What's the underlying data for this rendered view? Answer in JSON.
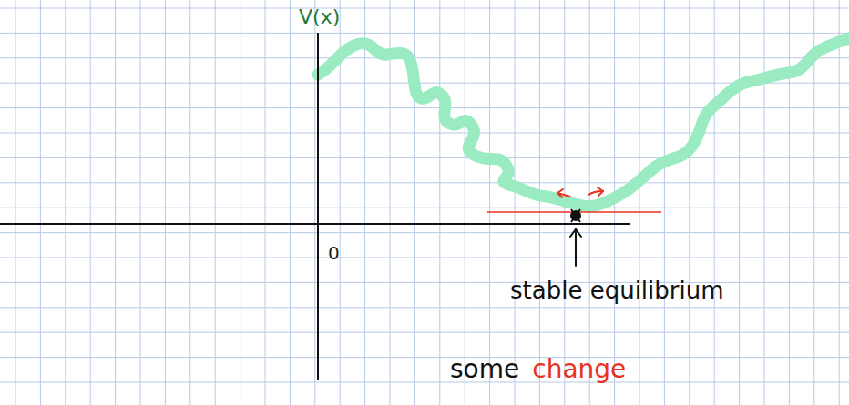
{
  "diagram": {
    "labels": [
      "V(x)",
      "0",
      "stable equilibrium",
      "some",
      "change"
    ]
  }
}
